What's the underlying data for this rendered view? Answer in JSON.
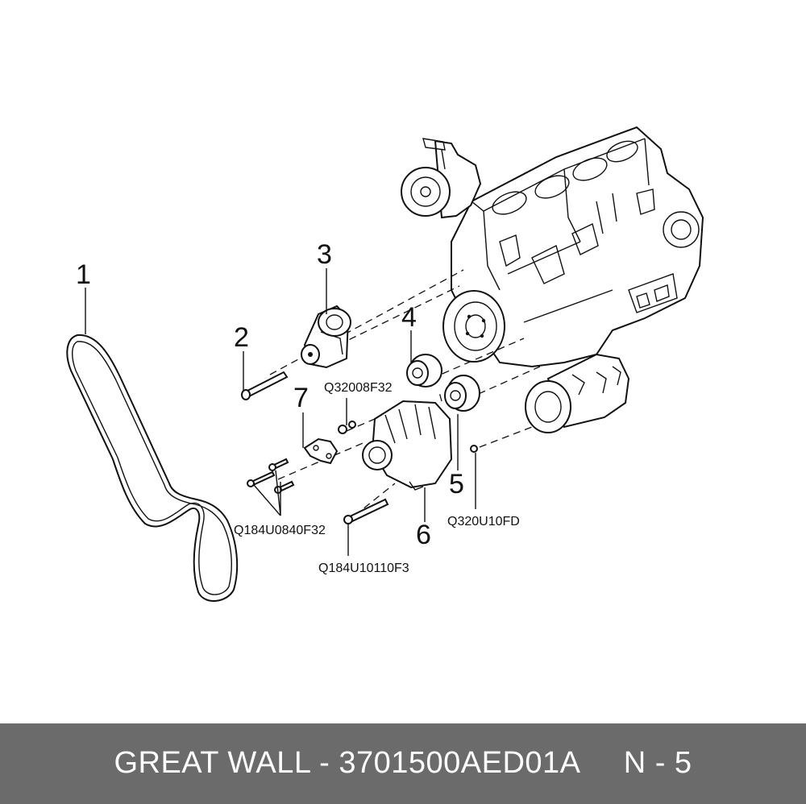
{
  "parts": [
    {
      "key": "belt",
      "number": "1"
    },
    {
      "key": "bolt",
      "number": "2"
    },
    {
      "key": "tensioner",
      "number": "3"
    },
    {
      "key": "idler_pulley_upper",
      "number": "4"
    },
    {
      "key": "idler_pulley_lower",
      "number": "5"
    },
    {
      "key": "alternator",
      "number": "6"
    },
    {
      "key": "bracket",
      "number": "7"
    }
  ],
  "codes": {
    "q32008f32": "Q32008F32",
    "q184u0840f32": "Q184U0840F32",
    "q184u10110f3": "Q184U10110F3",
    "q320u10fd": "Q320U10FD"
  },
  "footer": {
    "text": "GREAT WALL - 3701500AED01A     N - 5"
  }
}
